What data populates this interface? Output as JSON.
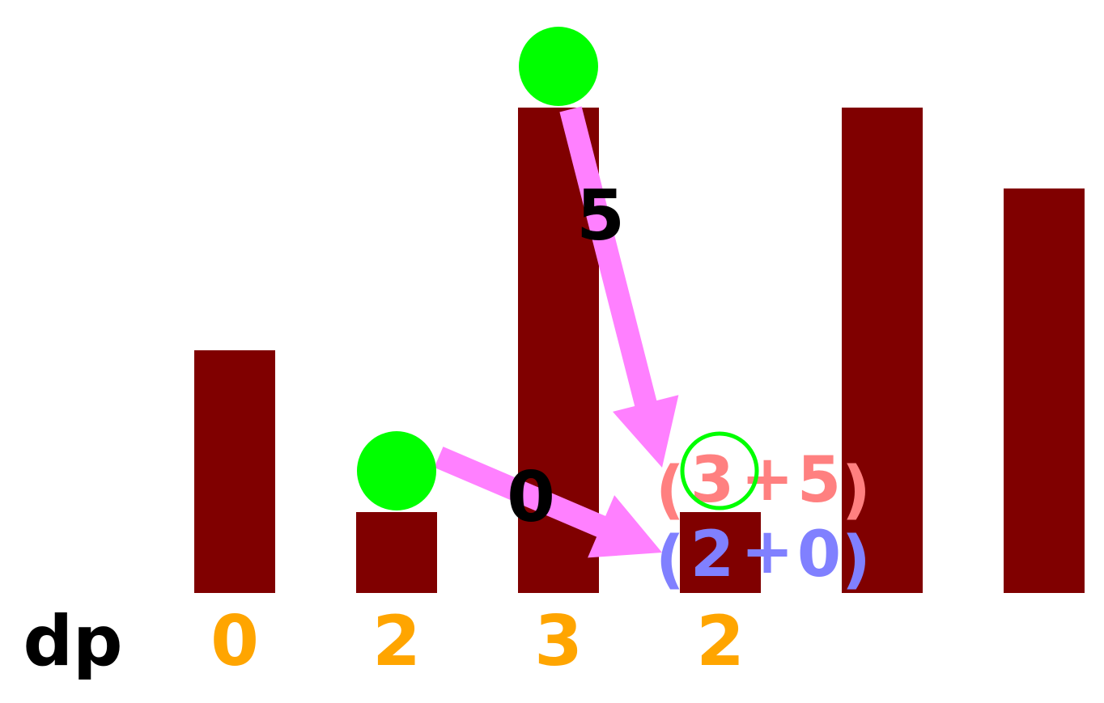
{
  "colors": {
    "bar": "#800000",
    "node": "#00ff00",
    "arrow": "#ff80ff",
    "dp_label": "#000000",
    "dp_value": "#ffa500",
    "edge_label": "#000000",
    "option_a": "#ff8080",
    "option_b": "#8080ff"
  },
  "bars": [
    {
      "index": 0,
      "height": 3
    },
    {
      "index": 1,
      "height": 1
    },
    {
      "index": 2,
      "height": 6
    },
    {
      "index": 3,
      "height": 1
    },
    {
      "index": 4,
      "height": 6
    },
    {
      "index": 5,
      "height": 5
    }
  ],
  "nodes": [
    {
      "name": "node-bar-1",
      "at_bar": 1
    },
    {
      "name": "node-bar-2",
      "at_bar": 2
    }
  ],
  "arrows": [
    {
      "name": "arrow-from-bar-2",
      "from_bar": 2,
      "label": "5"
    },
    {
      "name": "arrow-from-bar-1",
      "from_bar": 1,
      "label": "0"
    }
  ],
  "dp": {
    "label": "dp",
    "values": [
      "0",
      "2",
      "3",
      "2"
    ]
  },
  "expressions": {
    "option_a": {
      "open": "(",
      "left": "3",
      "op": "+",
      "right": "5",
      "close": ")"
    },
    "option_b": {
      "open": "(",
      "left": "2",
      "op": "+",
      "right": "0",
      "close": ")"
    }
  }
}
